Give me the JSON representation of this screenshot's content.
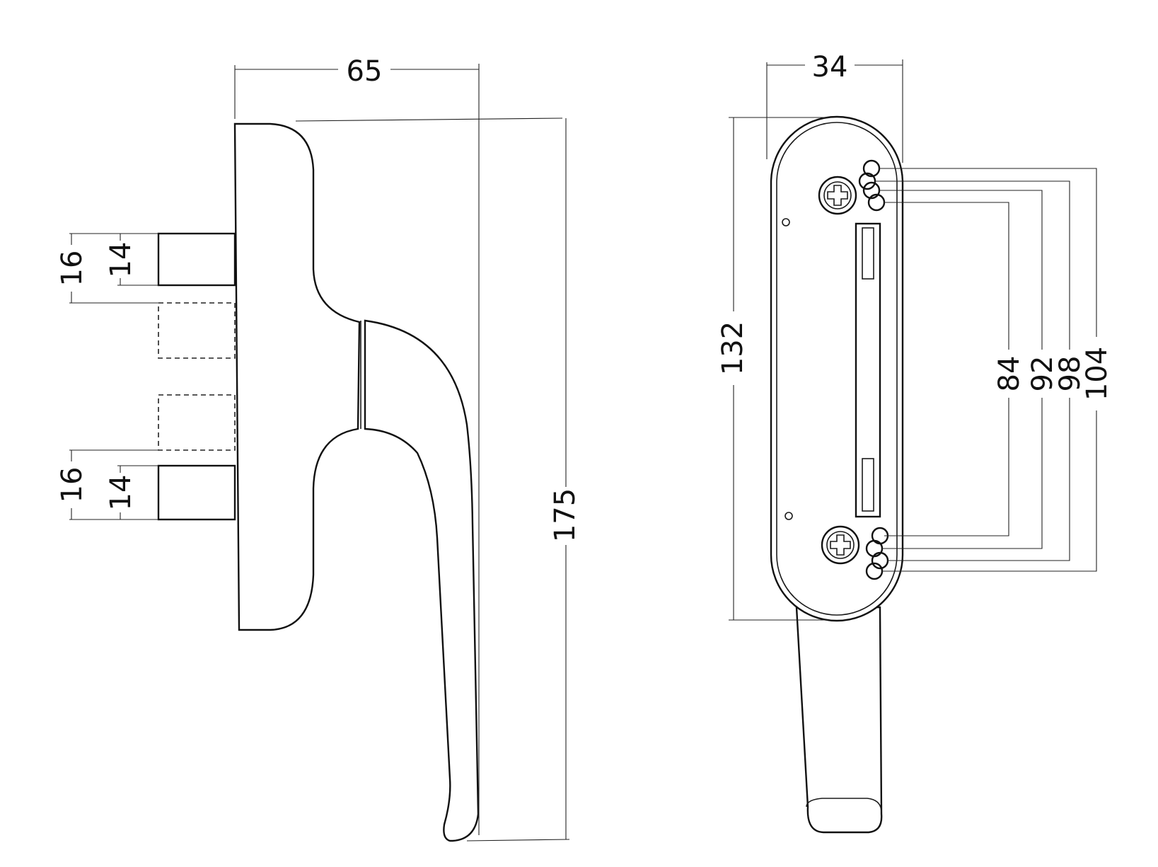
{
  "side_view": {
    "width_label": "65",
    "height_label": "175",
    "upper_outer_label": "16",
    "upper_inner_label": "14",
    "lower_outer_label": "16",
    "lower_inner_label": "14"
  },
  "front_view": {
    "width_label": "34",
    "height_label": "132",
    "spacing_labels": [
      "84",
      "92",
      "98",
      "104"
    ]
  }
}
